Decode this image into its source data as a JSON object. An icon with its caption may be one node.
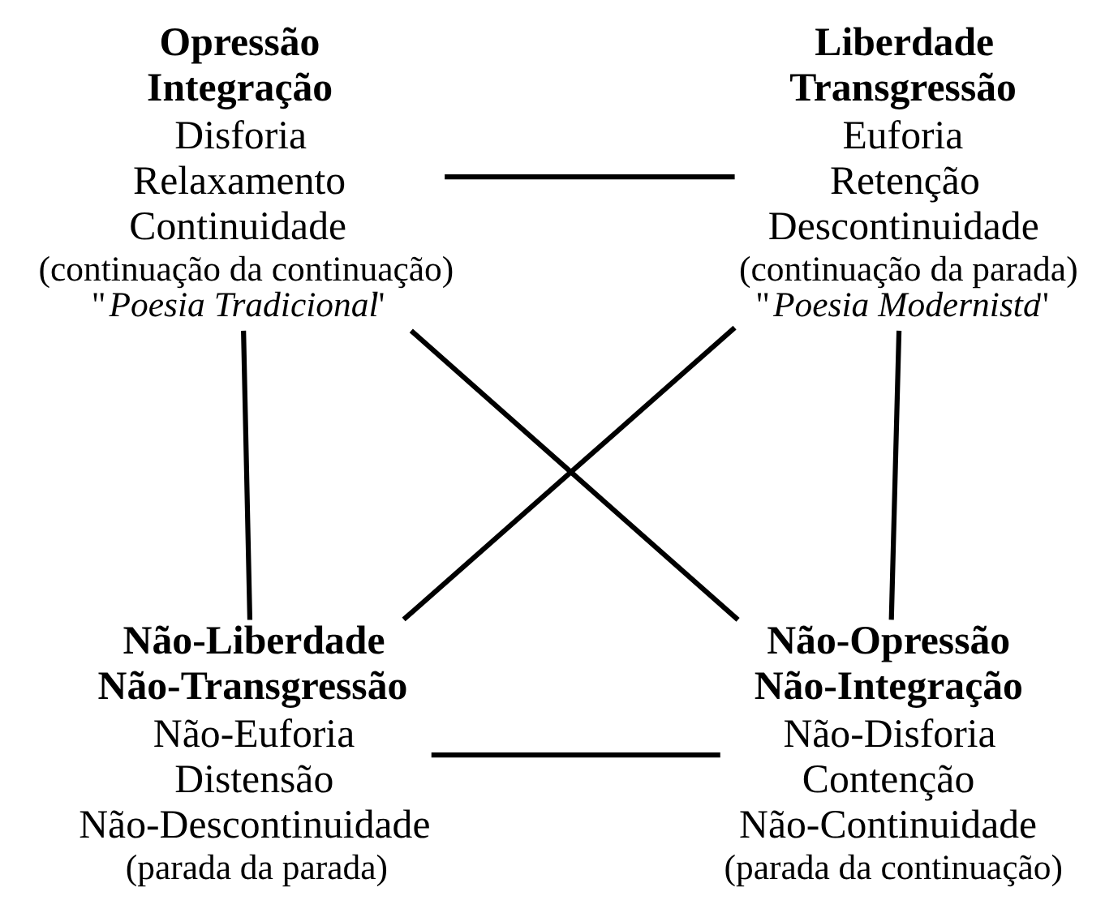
{
  "diagram": {
    "nodes": [
      {
        "text": [
          "Opressão",
          "Integração",
          "Disforia",
          "Relaxamento",
          "Continuidade",
          "(continuação da continuação)",
          "\"*Poesia Tradicional*\""
        ]
      },
      {
        "text": [
          "Liberdade",
          "Transgressão",
          "Euforia",
          "Retenção",
          "Descontinuidade",
          "(continuação da parada)",
          "\"*Poesia Modernista*\""
        ]
      },
      {
        "text": [
          "Não-Liberdade",
          "Não-Transgressão",
          "Não-Euforia",
          "Distensão",
          "Não-Descontinuidade",
          "(parada da parada)"
        ]
      },
      {
        "text": [
          "Não-Opressão",
          "Não-Integração",
          "Não-Disforia",
          "Contenção",
          "Não-Continuidade",
          "(parada da continuação)"
        ]
      }
    ],
    "edges": [
      {
        "from": 0,
        "to": 1,
        "arrow": "none"
      },
      {
        "from": 0,
        "to": 2,
        "arrow": "none"
      },
      {
        "from": 1,
        "to": 3,
        "arrow": "none"
      },
      {
        "from": 2,
        "to": 3,
        "arrow": "none"
      },
      {
        "from": 0,
        "to": 3,
        "arrow": "none"
      },
      {
        "from": 1,
        "to": 2,
        "arrow": "none"
      }
    ]
  }
}
